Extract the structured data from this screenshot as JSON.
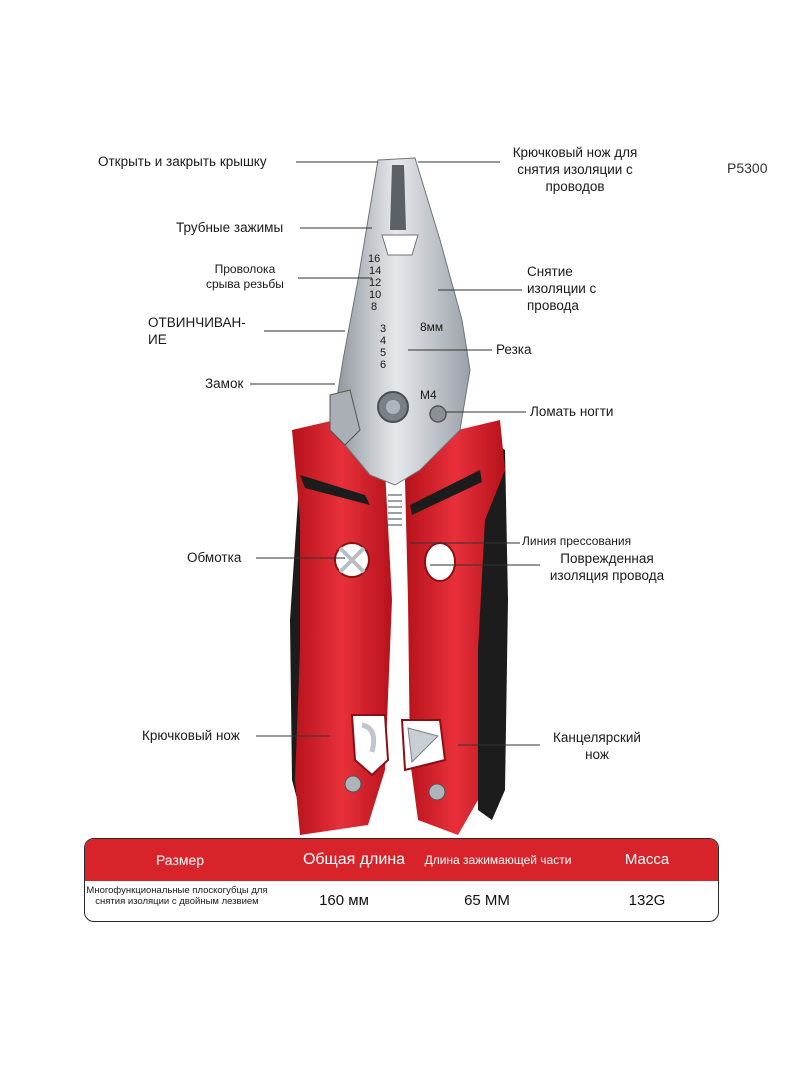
{
  "model": "P5300",
  "labels": {
    "open_close": "Открыть и закрыть крышку",
    "pipe_clamps": "Трубные зажимы",
    "wire_thread": "Проволока\nсрыва резьбы",
    "unscrewing": "ОТВИНЧИВАН-\nИЕ",
    "lock": "Замок",
    "winding": "Обмотка",
    "hook_knife": "Крючковый нож",
    "hook_strip_knife": "Крючковый нож для\nснятия изоляции с\nпроводов",
    "strip_wire": "Снятие\nизоляции с\nпровода",
    "cutting": "Резка",
    "break_nails": "Ломать ногти",
    "crimp_line": "Линия прессования",
    "damaged_insulation": "Поврежденная\nизоляция провода",
    "office_knife": "Канцелярский\nнож"
  },
  "tool_markings": {
    "gauges_left": [
      "16",
      "14",
      "12",
      "10",
      "8"
    ],
    "gauges_right": [
      "3",
      "4",
      "5",
      "6"
    ],
    "size_8mm": "8мм",
    "bolt": "M4"
  },
  "colors": {
    "handle_red": "#d9232a",
    "handle_black": "#1c1c1c",
    "steel": "#c9ced4",
    "table_header": "#d9232a"
  },
  "spec_table": {
    "headers": [
      "Размер",
      "Общая длина",
      "Длина зажимающей части",
      "Масса"
    ],
    "row": {
      "name": "Многофункциональные плоскогубцы для снятия изоляции с двойным лезвием",
      "total_length": "160 мм",
      "clamp_length": "65 MM",
      "weight": "132G"
    }
  }
}
